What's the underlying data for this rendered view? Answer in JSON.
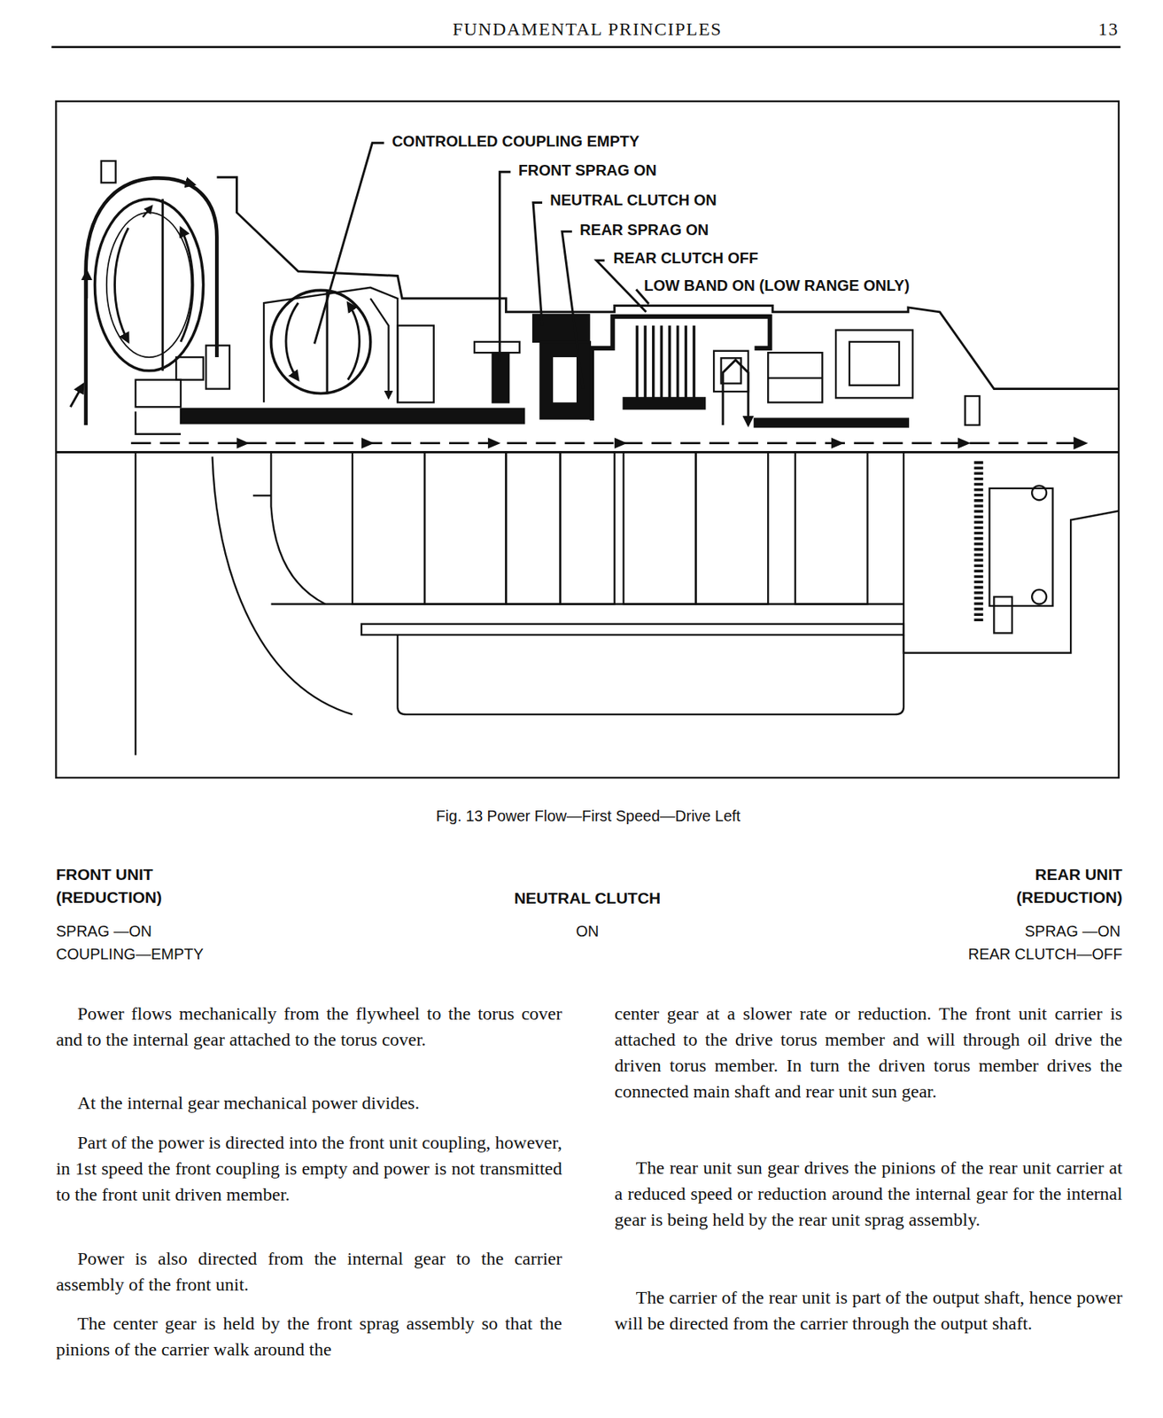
{
  "diagram": {
    "title": "FUNDAMENTAL PRINCIPLES",
    "caption": "Fig. 13 Power Flow—First Speed—Drive Left",
    "labels": [
      "13",
      "CONTROLLED COUPLING EMPTY",
      "FRONT SPRAG ON",
      "NEUTRAL CLUTCH ON",
      "REAR SPRAG ON",
      "REAR CLUTCH OFF",
      "LOW BAND ON (LOW RANGE ONLY)",
      "FRONT UNIT (REDUCTION)",
      "NEUTRAL CLUTCH",
      "REAR UNIT (REDUCTION)",
      "SPRAG —ON",
      "COUPLING—EMPTY",
      "ON",
      "SPRAG —ON",
      "REAR CLUTCH—OFF",
      "Power flows mechanically from the flywheel to the torus cover and to the internal gear attached to the torus cover.",
      "At the internal gear mechanical power divides.",
      "Part of the power is directed into the front unit coupling, however, in 1st speed the front coupling is empty and power is not transmitted to the front unit driven member.",
      "Power is also directed from the internal gear to the carrier assembly of the front unit.",
      "The center gear is held by the front sprag assembly so that the pinions of the carrier walk around the",
      "center gear at a slower rate or reduction. The front unit carrier is attached to the drive torus member and will through oil drive the driven torus member. In turn the driven torus member drives the connected main shaft and rear unit sun gear.",
      "The rear unit sun gear drives the pinions of the rear unit carrier at a reduced speed or reduction around the internal gear for the internal gear is being held by the rear unit sprag assembly.",
      "The carrier of the rear unit is part of the output shaft, hence power will be directed from the carrier through the output shaft."
    ]
  }
}
